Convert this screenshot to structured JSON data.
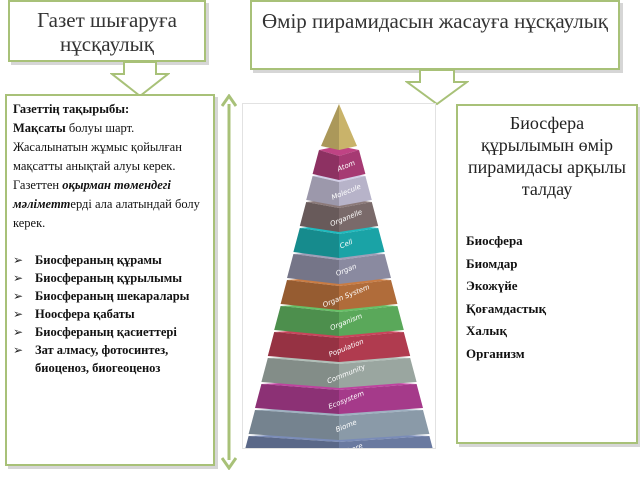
{
  "callouts": {
    "left_title": "Газет шығаруға нұсқаулық",
    "right_title": "Өмір пирамидасын жасауға нұсқаулық"
  },
  "left_box": {
    "line1": "Газеттің тақырыбы:",
    "line2_bold": "Мақсаты",
    "line2_rest": " болуы шарт. Жасалынатын жұмыс қойылған мақсатты анықтай алуы керек. Газеттен ",
    "italic": "оқырман төмендегі мәліметт",
    "line_end": "ерді ала алатындай болу керек.",
    "bullets": [
      "Биосфераның құрамы",
      "Биосфераның құрылымы",
      "Биосфераның шекаралары",
      "Ноосфера қабаты",
      "Биосфераның қасиеттері",
      " Зат алмасу, фотосинтез, биоценоз, биогеоценоз"
    ]
  },
  "right_box": {
    "title": "Биосфера құрылымын өмір пирамидасы арқылы талдау",
    "items": [
      "Биосфера",
      "Биомдар",
      "Экожүйе",
      "Қоғамдастық",
      "Халық",
      "Организм"
    ]
  },
  "pyramid": {
    "colors": {
      "apex": "#c9b36a",
      "levels": [
        "#a63a73",
        "#b7b3c9",
        "#7a6a6a",
        "#1aa3a6",
        "#8a8aa0",
        "#b06c3a",
        "#5aa85a",
        "#b03b4f",
        "#9aa6a0",
        "#a53a8a",
        "#8a9aa8",
        "#6a7aa0"
      ]
    },
    "labels": [
      "Atom",
      "Molecule",
      "Organelle",
      "Cell",
      "Organ",
      "Organ System",
      "Organism",
      "Population",
      "Community",
      "Ecosystem",
      "Biome",
      "Biosphere"
    ]
  }
}
